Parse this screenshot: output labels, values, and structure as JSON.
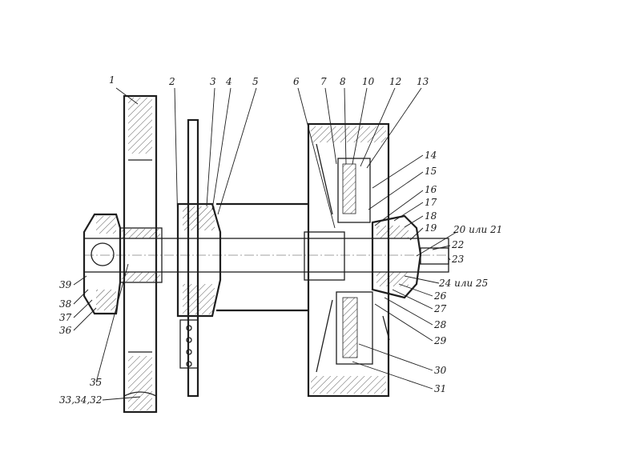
{
  "labels": {
    "l1": "1",
    "l2": "2",
    "l3": "3",
    "l4": "4",
    "l5": "5",
    "l6": "6",
    "l7": "7",
    "l8": "8",
    "l10": "10",
    "l12": "12",
    "l13": "13",
    "l14": "14",
    "l15": "15",
    "l16": "16",
    "l17": "17",
    "l18": "18",
    "l19": "19",
    "l20": "20 или 21",
    "l22": "22",
    "l23": "23",
    "l24": "24 или 25",
    "l26": "26",
    "l27": "27",
    "l28": "28",
    "l29": "29",
    "l30": "30",
    "l31": "31",
    "l32": "33,34,32",
    "l35": "35",
    "l36": "36",
    "l37": "37",
    "l38": "38",
    "l39": "39"
  }
}
